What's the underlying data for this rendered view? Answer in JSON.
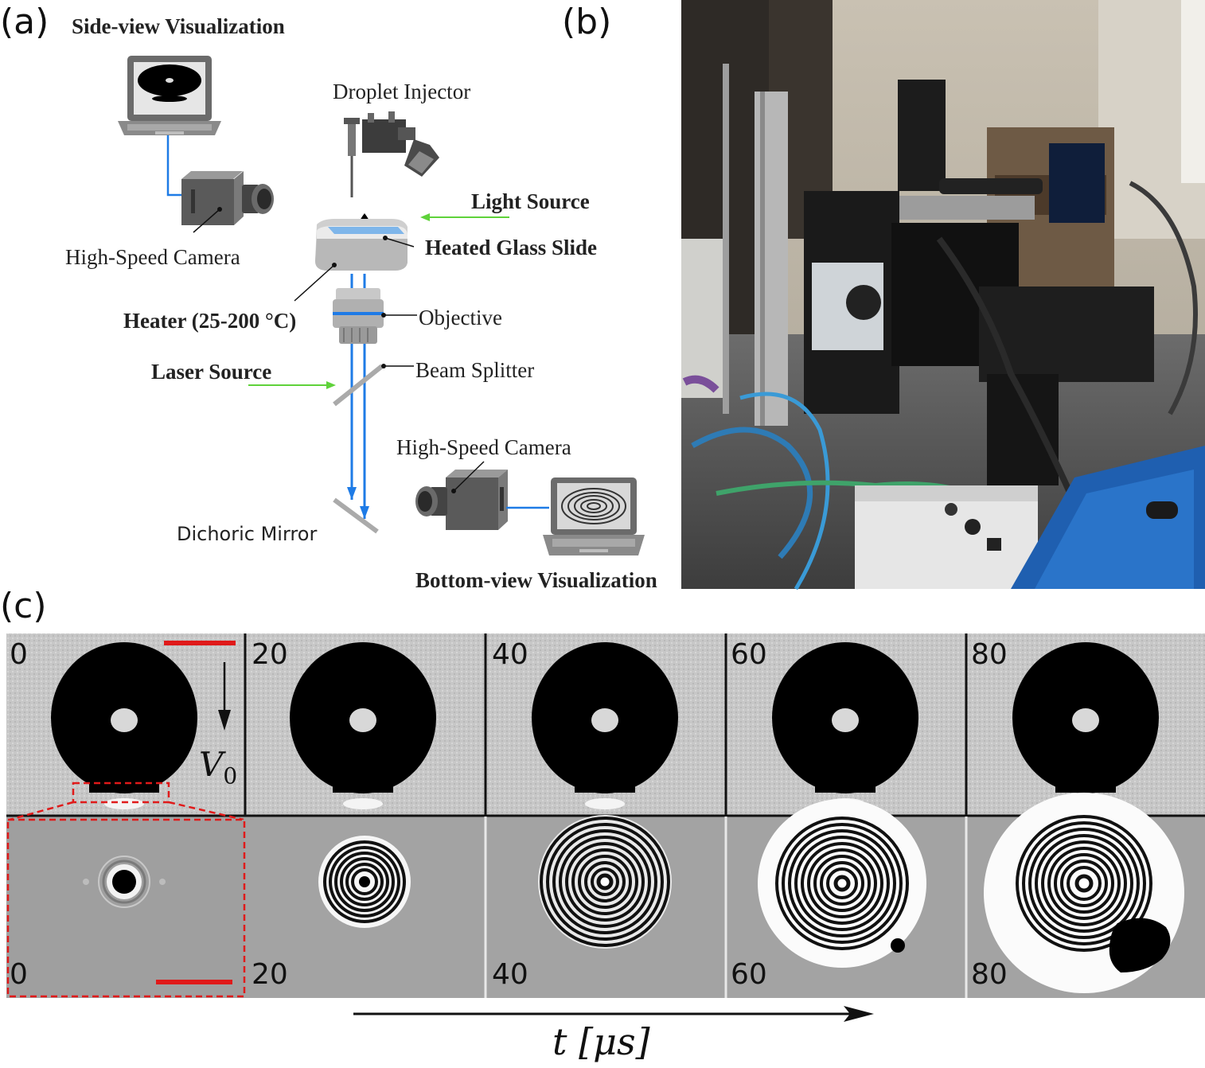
{
  "panels": {
    "a": "(a)",
    "b": "(b)",
    "c": "(c)"
  },
  "labels": {
    "side_view": "Side-view Visualization",
    "high_speed_camera_top": "High-Speed Camera",
    "droplet_injector": "Droplet Injector",
    "light_source": "Light Source",
    "heated_glass_slide": "Heated Glass Slide",
    "heater": "Heater (25-200 °C)",
    "objective": "Objective",
    "laser_source": "Laser Source",
    "beam_splitter": "Beam Splitter",
    "high_speed_camera_bottom": "High-Speed Camera",
    "dichroic_mirror": "Dichoric Mirror",
    "bottom_view": "Bottom-view Visualization"
  },
  "frames": {
    "top_times": [
      "0",
      "20",
      "40",
      "60",
      "80"
    ],
    "bottom_times": [
      "0",
      "20",
      "40",
      "60",
      "80"
    ],
    "velocity_symbol": "V",
    "velocity_subscript": "0"
  },
  "axis": {
    "t": "t",
    "unit": "[μs]"
  },
  "colors": {
    "beam": "#1e7be6",
    "arrow": "#5fd23a",
    "scale_bar": "#e01a1a",
    "frame_bg": "#c9c9c9"
  }
}
